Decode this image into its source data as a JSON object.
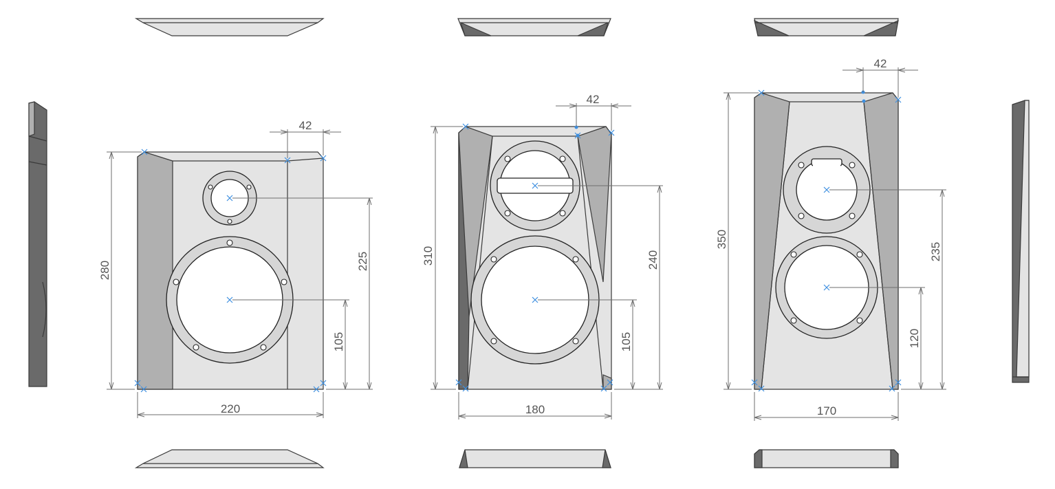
{
  "colors": {
    "edge": "#3a3a3a",
    "face": "#e4e4e4",
    "shade": "#b0b0b0",
    "dark": "#6a6a6a",
    "dimension": "#6e6e6e",
    "sketch_point": "#3d8fe0"
  },
  "speakers": [
    {
      "id": "speaker-1",
      "width_dim": "220",
      "height_dim": "280",
      "bevel_dim": "42",
      "tweeter_dim": "225",
      "woofer_dim": "105"
    },
    {
      "id": "speaker-2",
      "width_dim": "180",
      "height_dim": "310",
      "bevel_dim": "42",
      "tweeter_dim": "240",
      "woofer_dim": "105"
    },
    {
      "id": "speaker-3",
      "width_dim": "170",
      "height_dim": "350",
      "bevel_dim": "42",
      "tweeter_dim": "235",
      "woofer_dim": "120"
    }
  ]
}
